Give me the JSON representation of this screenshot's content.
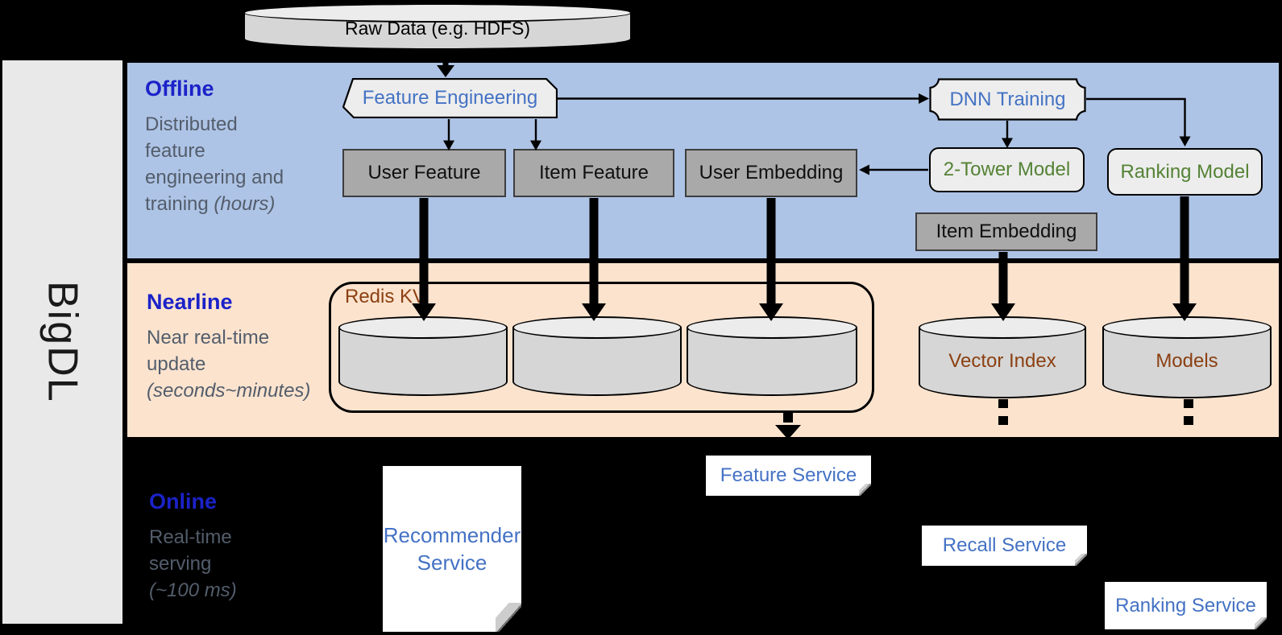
{
  "theme": {
    "header_blue": "#1b22c8",
    "label_blue": "#4472c4",
    "green": "#548235",
    "brown": "#8c4012",
    "band_offline": "#aec4e6",
    "band_nearline": "#fbe3ce",
    "panel_gray": "#e9e9e9",
    "node_light": "#ededed",
    "node_gray": "#a9a9a9",
    "desc_gray": "#535d6b"
  },
  "brand": {
    "label": "BigDL"
  },
  "raw_data": {
    "label": "Raw Data (e.g. HDFS)"
  },
  "offline": {
    "title": "Offline",
    "desc_lines": [
      "Distributed",
      "feature",
      "engineering and"
    ],
    "desc_tail": "training ",
    "desc_tail_italic": "(hours)"
  },
  "nearline": {
    "title": "Nearline",
    "desc_lines": [
      "Near real-time",
      "update"
    ],
    "desc_italic": "(seconds~minutes)"
  },
  "online": {
    "title": "Online",
    "desc_lines": [
      "Real-time",
      "serving"
    ],
    "desc_italic": "(~100 ms)"
  },
  "nodes": {
    "feature_engineering": "Feature Engineering",
    "dnn_training": "DNN Training",
    "user_feature": "User Feature",
    "item_feature": "Item Feature",
    "user_embedding": "User Embedding",
    "two_tower_model": "2-Tower Model",
    "ranking_model": "Ranking Model",
    "item_embedding": "Item Embedding",
    "redis_kv": "Redis KV",
    "vector_index": "Vector Index",
    "models": "Models",
    "recommender_line1": "Recommender",
    "recommender_line2": "Service",
    "feature_service": "Feature Service",
    "recall_service": "Recall Service",
    "ranking_service": "Ranking Service"
  }
}
